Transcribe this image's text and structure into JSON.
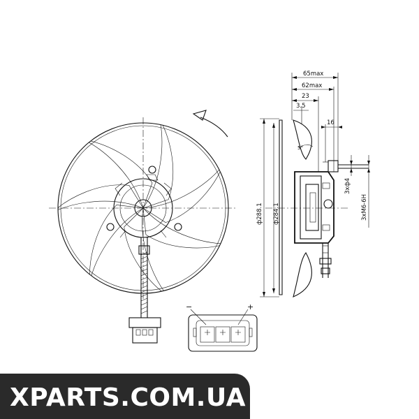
{
  "dimensions": {
    "overall_depth": "65max",
    "housing_depth": "62max",
    "hub_depth": "23",
    "blade_offset": "3.5",
    "mount_offset": "16",
    "outer_diameter": "ф288.1",
    "blade_diameter": "ф284.1",
    "mount_holes": "3xф4",
    "mount_thread": "3xM6-6H",
    "angle": "5°"
  },
  "connector": {
    "minus_label": "−",
    "plus_label": "+"
  },
  "watermark": {
    "text": "XPARTS.COM.UA"
  },
  "colors": {
    "line": "#111111",
    "banner": "#2a2a2a",
    "watermark_text": "#ffffff"
  }
}
